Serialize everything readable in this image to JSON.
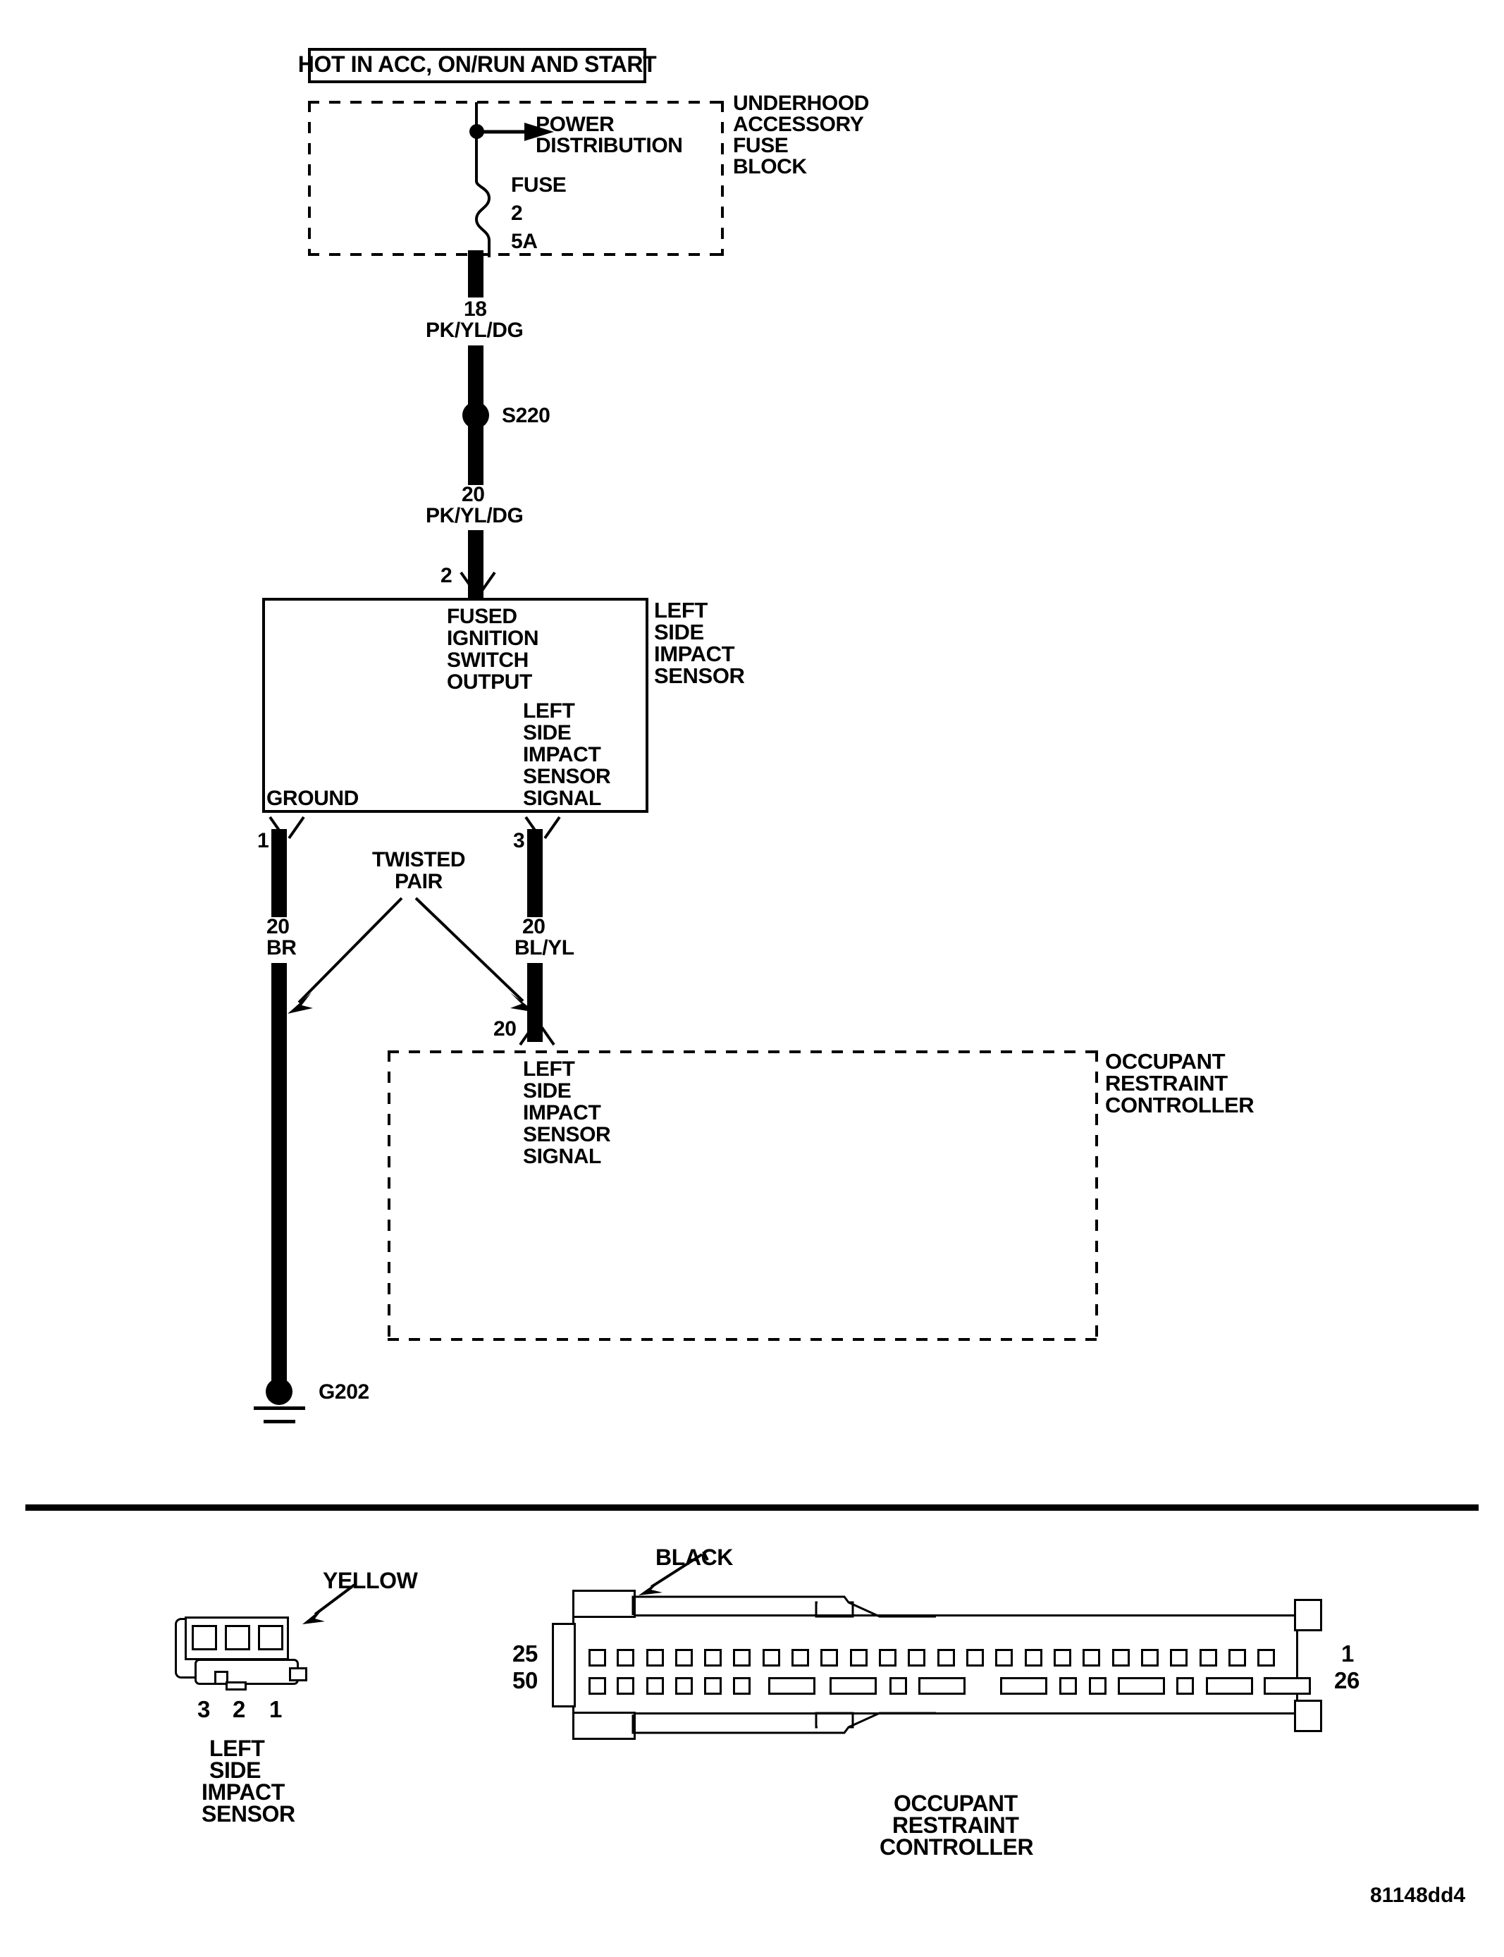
{
  "figure": {
    "id_code": "81148dd4"
  },
  "schematic": {
    "hot_banner": "HOT IN ACC, ON/RUN AND START",
    "fuse_block": {
      "name_lines": [
        "UNDERHOOD",
        "ACCESSORY",
        "FUSE",
        "BLOCK"
      ],
      "power_distribution_label": [
        "POWER",
        "DISTRIBUTION"
      ],
      "fuse_label": "FUSE",
      "fuse_number": "2",
      "fuse_rating": "5A"
    },
    "wires": [
      {
        "gauge": "18",
        "color": "PK/YL/DG"
      },
      {
        "gauge": "20",
        "color": "PK/YL/DG"
      },
      {
        "gauge": "20",
        "color": "BR"
      },
      {
        "gauge": "20",
        "color": "BL/YL"
      }
    ],
    "splice": "S220",
    "ground": "G202",
    "twisted_pair_label": [
      "TWISTED",
      "PAIR"
    ],
    "sensor_module": {
      "title_lines": [
        "LEFT",
        "SIDE",
        "IMPACT",
        "SENSOR"
      ],
      "pin_top": "2",
      "pin_ground": "1",
      "pin_signal": "3",
      "terminal_top_lines": [
        "FUSED",
        "IGNITION",
        "SWITCH",
        "OUTPUT"
      ],
      "terminal_signal_lines": [
        "LEFT",
        "SIDE",
        "IMPACT",
        "SENSOR",
        "SIGNAL"
      ],
      "terminal_ground": "GROUND"
    },
    "controller_module": {
      "title_lines": [
        "OCCUPANT",
        "RESTRAINT",
        "CONTROLLER"
      ],
      "pin_signal": "20",
      "terminal_lines": [
        "LEFT",
        "SIDE",
        "IMPACT",
        "SENSOR",
        "SIGNAL"
      ]
    }
  },
  "connectors": {
    "sensor": {
      "color_callout": "YELLOW",
      "pin_numbers": [
        "3",
        "2",
        "1"
      ],
      "caption_lines": [
        "LEFT",
        "SIDE",
        "IMPACT",
        "SENSOR"
      ]
    },
    "controller": {
      "color_callout": "BLACK",
      "left_pin_top": "25",
      "left_pin_bottom": "50",
      "right_pin_top": "1",
      "right_pin_bottom": "26",
      "caption_lines": [
        "OCCUPANT",
        "RESTRAINT",
        "CONTROLLER"
      ]
    }
  }
}
